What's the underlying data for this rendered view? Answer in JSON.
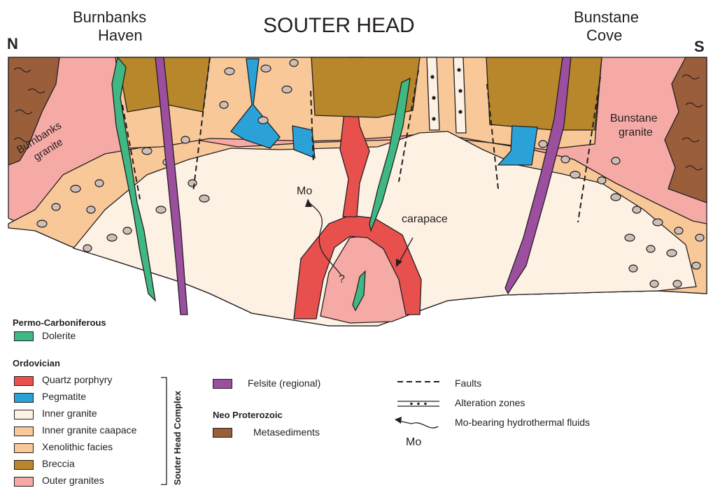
{
  "title": "SOUTER HEAD",
  "places": {
    "left_line1": "Burnbanks",
    "left_line2": "Haven",
    "right_line1": "Bunstane",
    "right_line2": "Cove",
    "north": "N",
    "south": "S"
  },
  "section_labels": {
    "burnbanks_1": "Burnbanks",
    "burnbanks_2": "granite",
    "bunstane_1": "Bunstane",
    "bunstane_2": "granite",
    "mo": "Mo",
    "question": "?",
    "carapace": "carapace"
  },
  "colors": {
    "dolerite": "#3fb884",
    "quartz_porphyry": "#e8504d",
    "pegmatite": "#2aa2d8",
    "inner_granite": "#fdf1e4",
    "inner_granite_carapace": "#f9c898",
    "breccia": "#b8862b",
    "outer_granites": "#f6aaa6",
    "felsite": "#9b4f9e",
    "metasediments": "#9a5e3b",
    "pebble": "#cdbfb7"
  },
  "legend": {
    "permo_heading": "Permo-Carboniferous",
    "dolerite": "Dolerite",
    "ordovician_heading": "Ordovician",
    "quartz_porphyry": "Quartz porphyry",
    "pegmatite": "Pegmatite",
    "inner_granite": "Inner granite",
    "inner_granite_carapace": "Inner granite caapace",
    "xenolithic": "Xenolithic facies",
    "breccia": "Breccia",
    "outer_granites": "Outer granites",
    "complex": "Souter Head Complex",
    "felsite": "Felsite (regional)",
    "neo_heading": "Neo Proterozoic",
    "metasediments": "Metasediments",
    "faults": "Faults",
    "alteration": "Alteration zones",
    "fluids": "Mo-bearing hydrothermal fluids",
    "fluids_mo": "Mo"
  }
}
